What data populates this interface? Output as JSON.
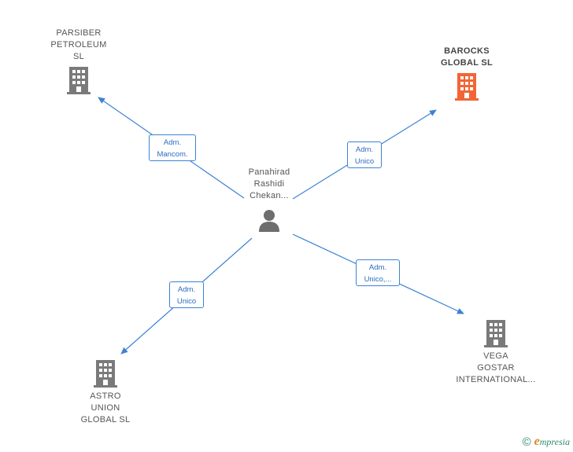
{
  "center_person": {
    "name": "Panahirad\nRashidi\nChekan...",
    "icon": "person-icon"
  },
  "companies": [
    {
      "id": "parsiber",
      "name": "PARSIBER\nPETROLEUM\nSL",
      "highlight": false,
      "icon": "building-icon"
    },
    {
      "id": "barocks",
      "name": "BAROCKS\nGLOBAL  SL",
      "highlight": true,
      "icon": "building-icon"
    },
    {
      "id": "astro",
      "name": "ASTRO\nUNION\nGLOBAL  SL",
      "highlight": false,
      "icon": "building-icon"
    },
    {
      "id": "vega",
      "name": "VEGA\nGOSTAR\nINTERNATIONAL...",
      "highlight": false,
      "icon": "building-icon"
    }
  ],
  "relations": [
    {
      "to": "parsiber",
      "label": "Adm.\nMancom."
    },
    {
      "to": "barocks",
      "label": "Adm.\nUnico"
    },
    {
      "to": "astro",
      "label": "Adm.\nUnico"
    },
    {
      "to": "vega",
      "label": "Adm.\nUnico,..."
    }
  ],
  "colors": {
    "edge": "#3b82d4",
    "building": "#7a7a7a",
    "building_highlight": "#f26535",
    "person": "#6e6e6e"
  },
  "footer": {
    "copyright_symbol": "©",
    "brand_initial": "e",
    "brand_rest": "mpresia"
  }
}
